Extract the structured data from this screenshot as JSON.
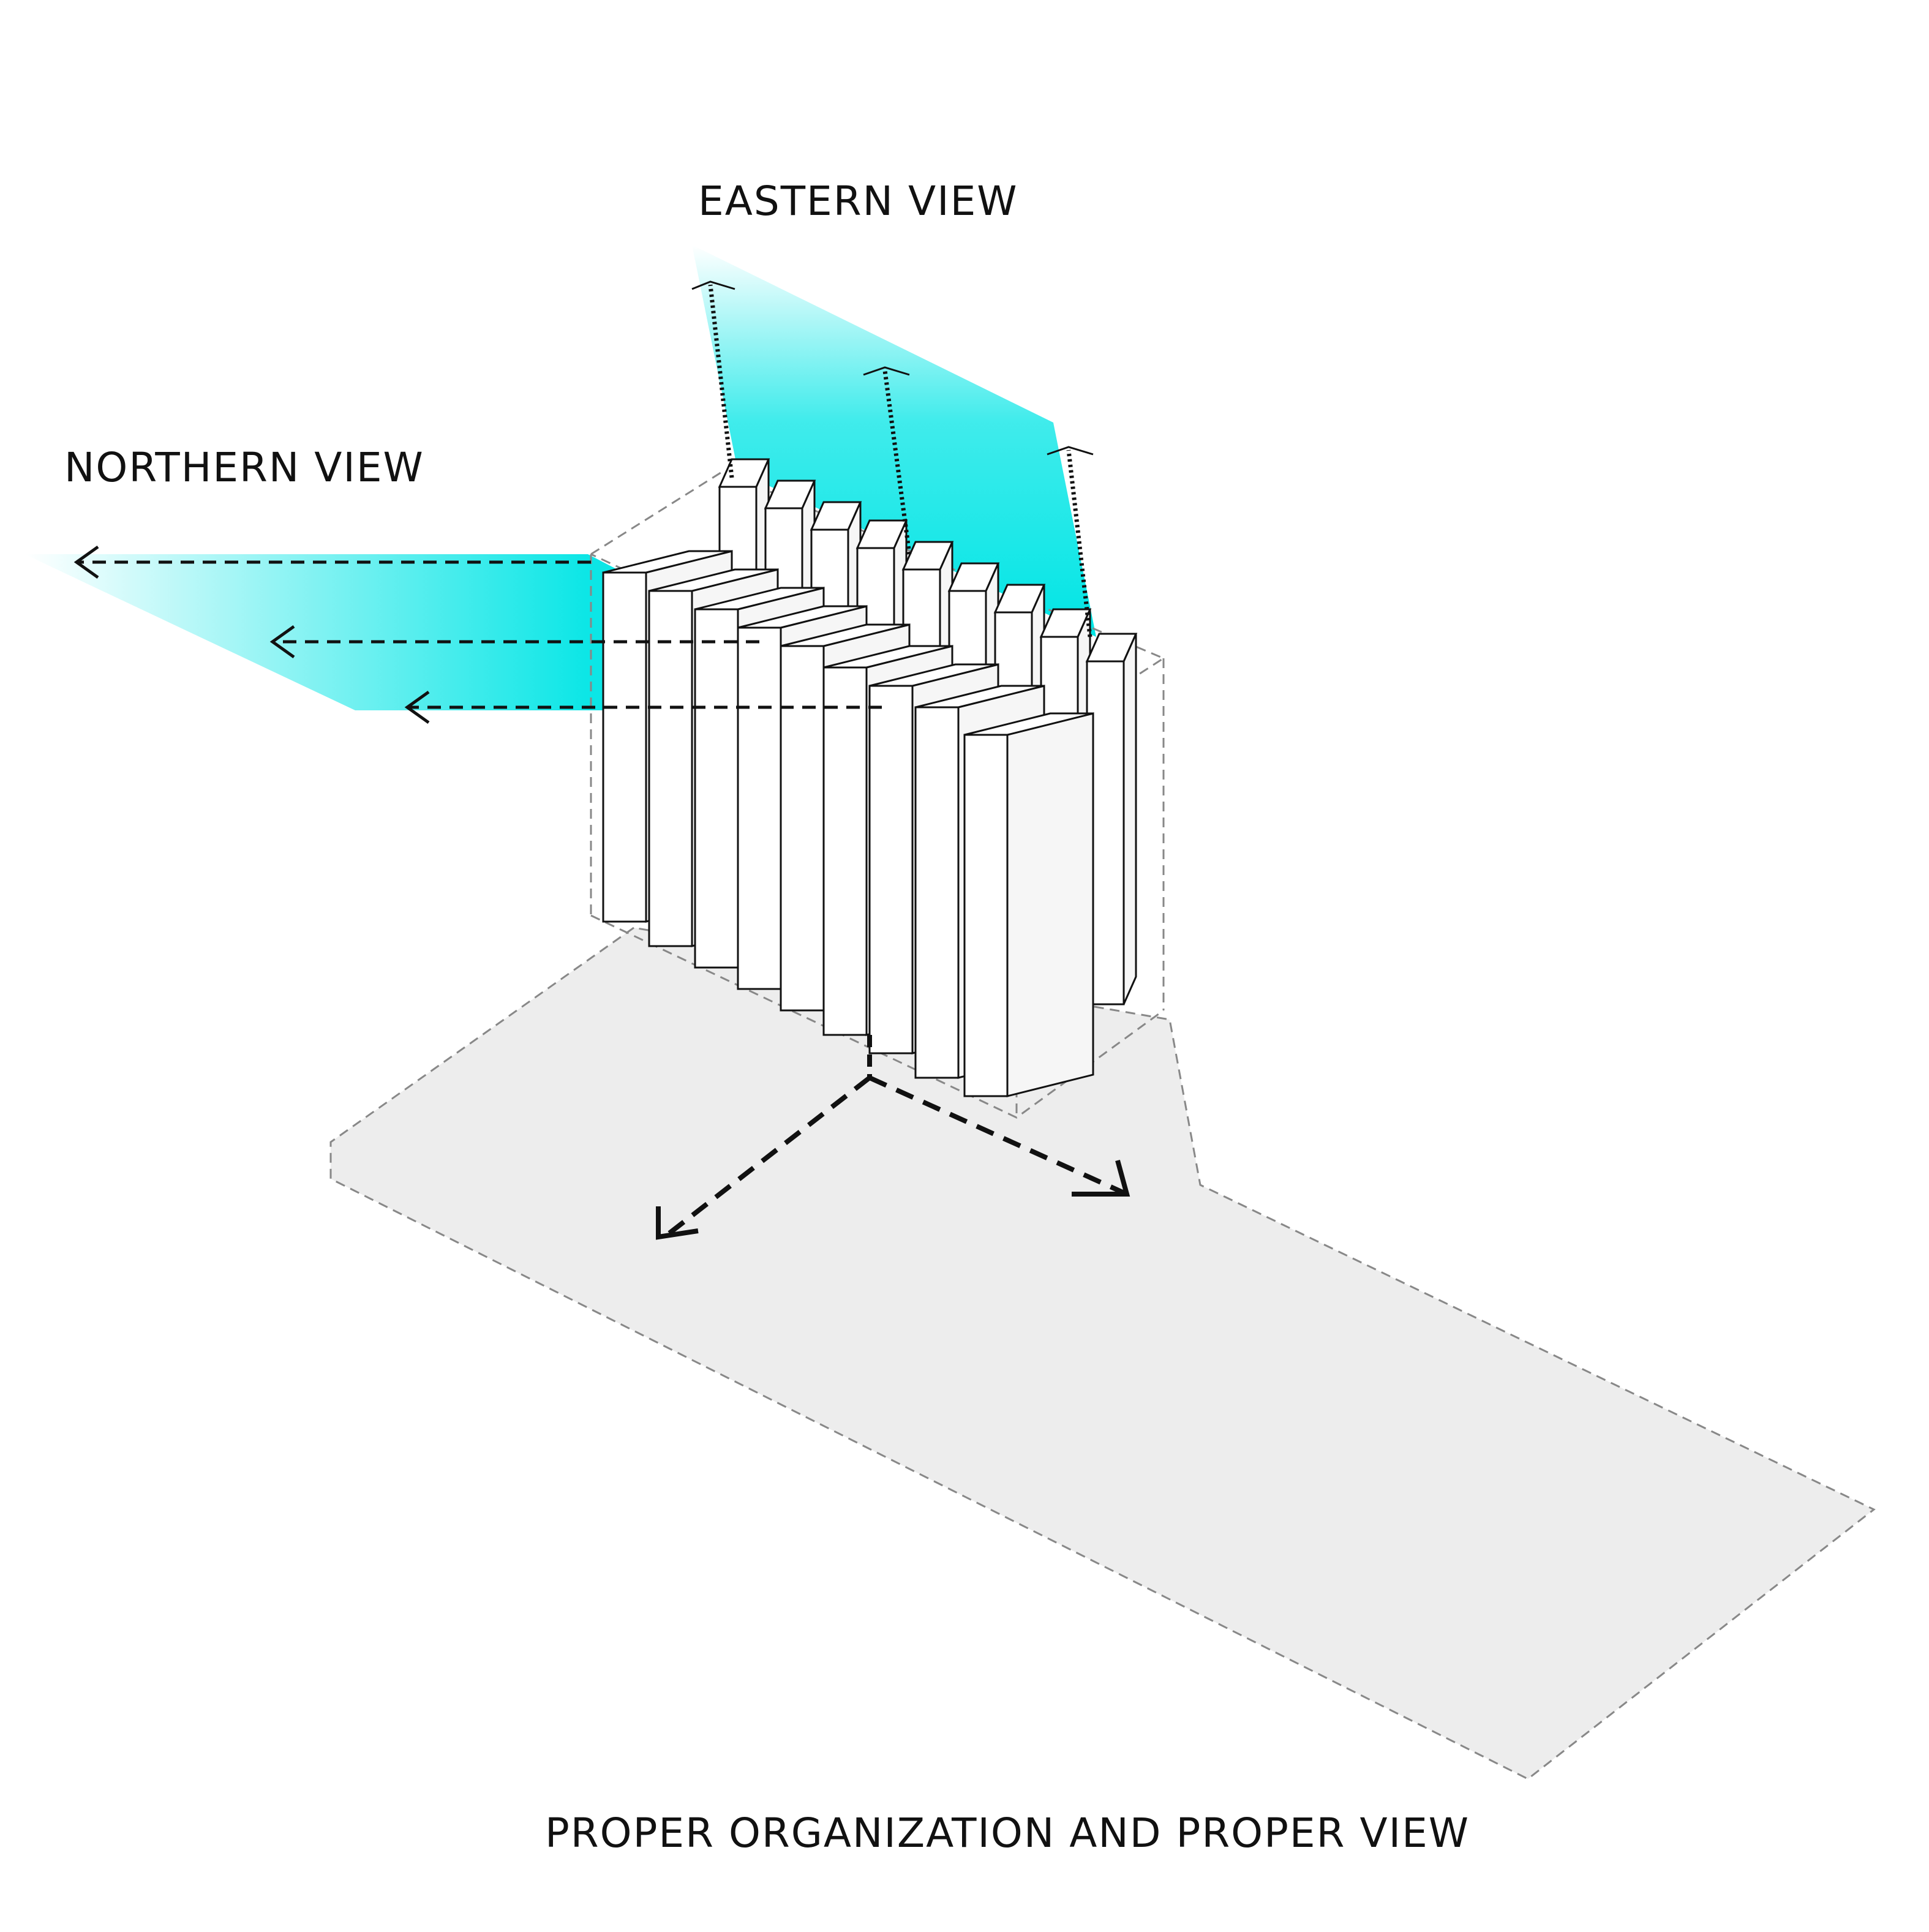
{
  "labels": {
    "eastern_view": "EASTERN VIEW",
    "northern_view": "NORTHERN VIEW",
    "caption": "PROPER ORGANIZATION AND PROPER VIEW"
  },
  "colors": {
    "view_cone": "#00e5e5",
    "site_fill": "#ededed",
    "dashed_outline": "#888888",
    "arrow": "#111111"
  }
}
